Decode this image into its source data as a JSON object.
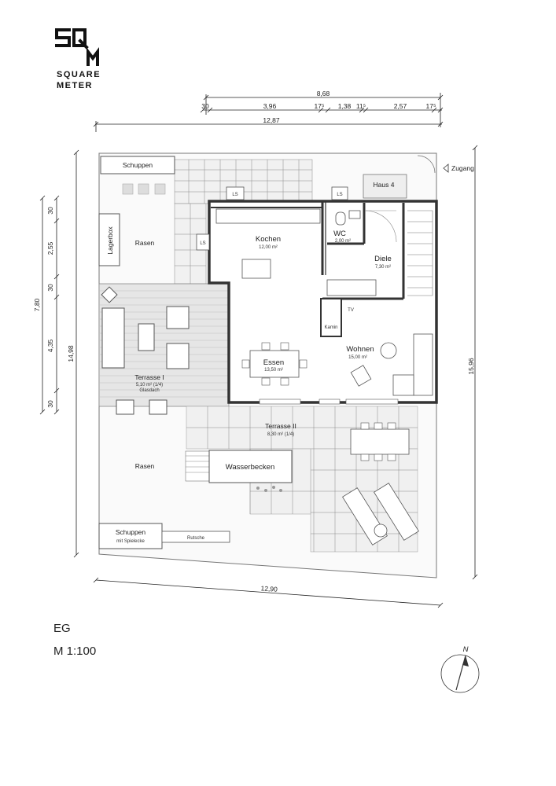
{
  "brand": {
    "name_line1": "SQUARE",
    "name_line2": "METER",
    "logo_icon": "sqm-logo-icon"
  },
  "plan": {
    "floor": "EG",
    "scale": "M 1:100",
    "north": "N",
    "rooms": {
      "schuppen_top": "Schuppen",
      "haus4": "Haus 4",
      "zugang": "Zugang",
      "lagerbox": "Lagerbox",
      "rasen_top": "Rasen",
      "kochen": "Kochen",
      "kochen_area": "12,00 m²",
      "wc": "WC",
      "wc_area": "2,00 m²",
      "diele": "Diele",
      "diele_area": "7,30 m²",
      "kamin": "Kamin",
      "tv": "TV",
      "wohnen": "Wohnen",
      "wohnen_area": "15,00 m²",
      "essen": "Essen",
      "essen_area": "13,50 m²",
      "terrasse1": "Terrasse I",
      "terrasse1_area": "5,10 m² (1/4)",
      "terrasse1_note": "Glasdach",
      "terrasse2": "Terrasse II",
      "terrasse2_area": "8,30 m² (1/4)",
      "rasen_bottom": "Rasen",
      "wasserbecken": "Wasserbecken",
      "schuppen_bottom": "Schuppen",
      "schuppen_bottom_note": "mit Spielecke",
      "rutsche": "Rutsche",
      "ls": "LS"
    },
    "dimensions": {
      "top_total": "8,68",
      "top_segments": [
        "30",
        "3,96",
        "17⁵",
        "1,38",
        "11⁵",
        "2,57",
        "17⁵"
      ],
      "width_total": "12,87",
      "left_segments": [
        "30",
        "2,55",
        "30",
        "4,35",
        "30"
      ],
      "left_inner_total": "7,80",
      "left_total": "14,98",
      "right_total": "15,96",
      "bottom_total": "12,90"
    }
  }
}
